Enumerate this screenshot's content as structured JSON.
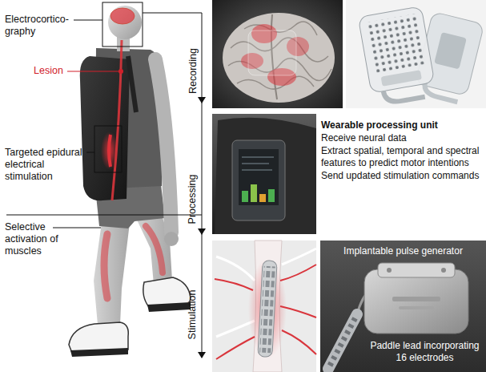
{
  "diagram": {
    "nodes": [
      {
        "text": [
          "Implantable pulse generator",
          "Paddle lead incorporating 16 electrodes"
        ]
      }
    ],
    "labels": [
      "Electrocortico- graphy",
      "Lesion",
      "Targeted epidural electrical stimulation",
      "Selective activation of muscles",
      "Recording",
      "Processing",
      "Stimulation",
      "Wearable processing unit",
      "Receive neural data",
      "Extract spatial, temporal and spectral features to predict motor intentions",
      "Send updated stimulation commands"
    ]
  }
}
